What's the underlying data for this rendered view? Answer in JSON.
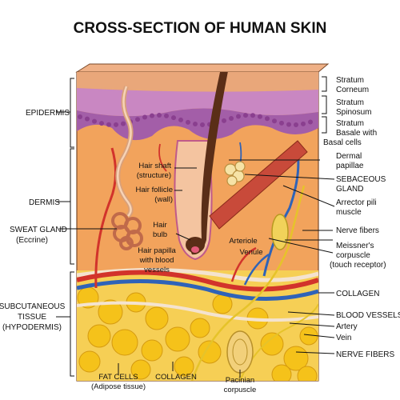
{
  "title": "CROSS-SECTION OF HUMAN SKIN",
  "left_labels": {
    "epidermis": "EPIDERMIS",
    "dermis": "DERMIS",
    "sweat_gland": [
      "SWEAT GLAND",
      "(Eccrine)"
    ],
    "subcutaneous": [
      "SUBCUTANEOUS",
      "TISSUE",
      "(HYPODERMIS)"
    ]
  },
  "right_labels": {
    "stratum_corneum": [
      "Stratum",
      "Corneum"
    ],
    "stratum_spinosum": [
      "Stratum",
      "Spinosum"
    ],
    "stratum_basale": [
      "Stratum",
      "Basale with",
      "Basal cells"
    ],
    "dermal_papillae": [
      "Dermal",
      "papillae"
    ],
    "sebaceous_gland": [
      "SEBACEOUS",
      "GLAND"
    ],
    "arrector_pili": [
      "Arrector pili",
      "muscle"
    ],
    "nerve_fibers_upper": "Nerve fibers",
    "meissner": [
      "Meissner's",
      "corpuscle",
      "(touch receptor)"
    ],
    "collagen": "COLLAGEN",
    "blood_vessels": "BLOOD VESSELS",
    "artery": "Artery",
    "vein": "Vein",
    "nerve_fibers_lower": "NERVE FIBERS"
  },
  "inner_labels": {
    "hair_shaft": [
      "Hair shaft",
      "(structure)"
    ],
    "hair_follicle": [
      "Hair follicle",
      "(wall)"
    ],
    "hair_bulb": [
      "Hair",
      "bulb"
    ],
    "hair_papilla": [
      "Hair papilla",
      "with blood",
      "vessels"
    ],
    "arteriole": "Arteriole",
    "venule": "Venule"
  },
  "bottom_labels": {
    "fat_cells": [
      "FAT CELLS",
      "(Adipose tissue)"
    ],
    "collagen": "COLLAGEN",
    "pacinian": [
      "Pacinian",
      "corpuscle"
    ]
  },
  "colors": {
    "corneum": "#e9a77a",
    "spinosum": "#c987c2",
    "basale": "#a35ea8",
    "dermis": "#f2a35c",
    "fat": "#f5c21a",
    "artery": "#d2332b",
    "vein": "#2f63b8",
    "hair": "#5a2e17"
  }
}
